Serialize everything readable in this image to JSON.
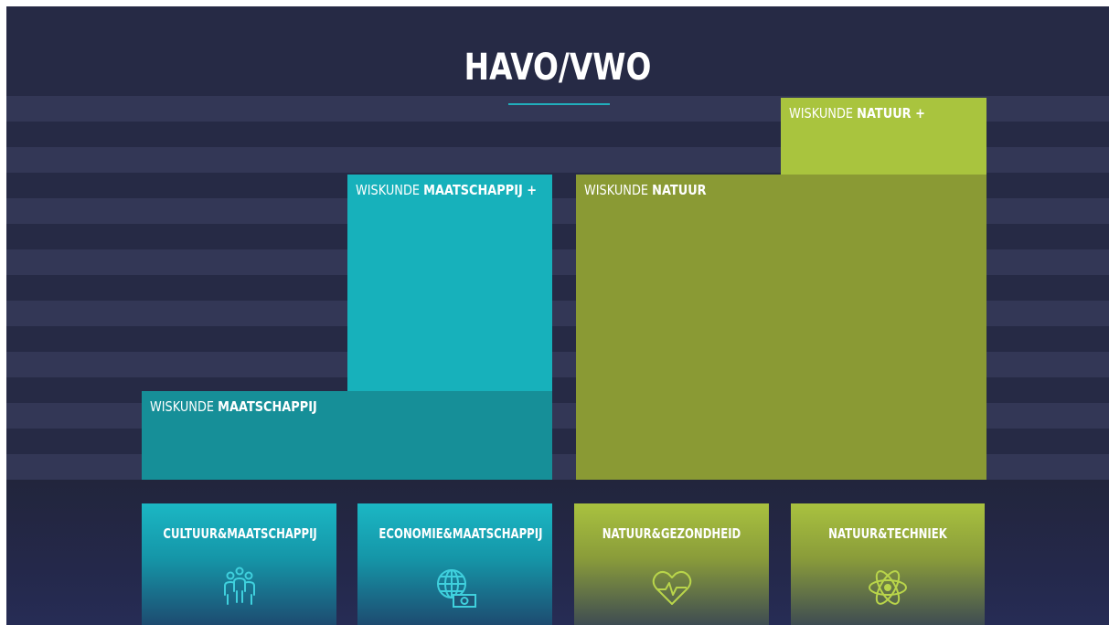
{
  "title": "HAVO/VWO",
  "colors": {
    "background": "#262a45",
    "stripe": "#333756",
    "teal_dark": "#168f98",
    "teal_light": "#17b1bb",
    "green_dark": "#8a9a34",
    "green_light": "#a9c43e",
    "accent_line": "#21aebc"
  },
  "blocks": [
    {
      "name": "wiskunde-maatschappij",
      "label_prefix": "WISKUNDE ",
      "label_bold": "MAATSCHAPPIJ",
      "color": "#168f98"
    },
    {
      "name": "wiskunde-maatschappij-plus",
      "label_prefix": "WISKUNDE ",
      "label_bold": "MAATSCHAPPIJ +",
      "color": "#17b1bb"
    },
    {
      "name": "wiskunde-natuur",
      "label_prefix": "WISKUNDE ",
      "label_bold": "NATUUR",
      "color": "#8a9a34"
    },
    {
      "name": "wiskunde-natuur-plus",
      "label_prefix": "WISKUNDE ",
      "label_bold": "NATUUR +",
      "color": "#a9c43e"
    }
  ],
  "profiles": [
    {
      "name": "cultuur-maatschappij",
      "label": "CULTUUR&MAATSCHAPPIJ",
      "icon": "people-group-icon",
      "theme": "teal"
    },
    {
      "name": "economie-maatschappij",
      "label": "ECONOMIE&MAATSCHAPPIJ",
      "icon": "globe-money-icon",
      "theme": "teal"
    },
    {
      "name": "natuur-gezondheid",
      "label": "NATUUR&GEZONDHEID",
      "icon": "heart-pulse-icon",
      "theme": "green"
    },
    {
      "name": "natuur-techniek",
      "label": "NATUUR&TECHNIEK",
      "icon": "atom-icon",
      "theme": "green"
    }
  ]
}
